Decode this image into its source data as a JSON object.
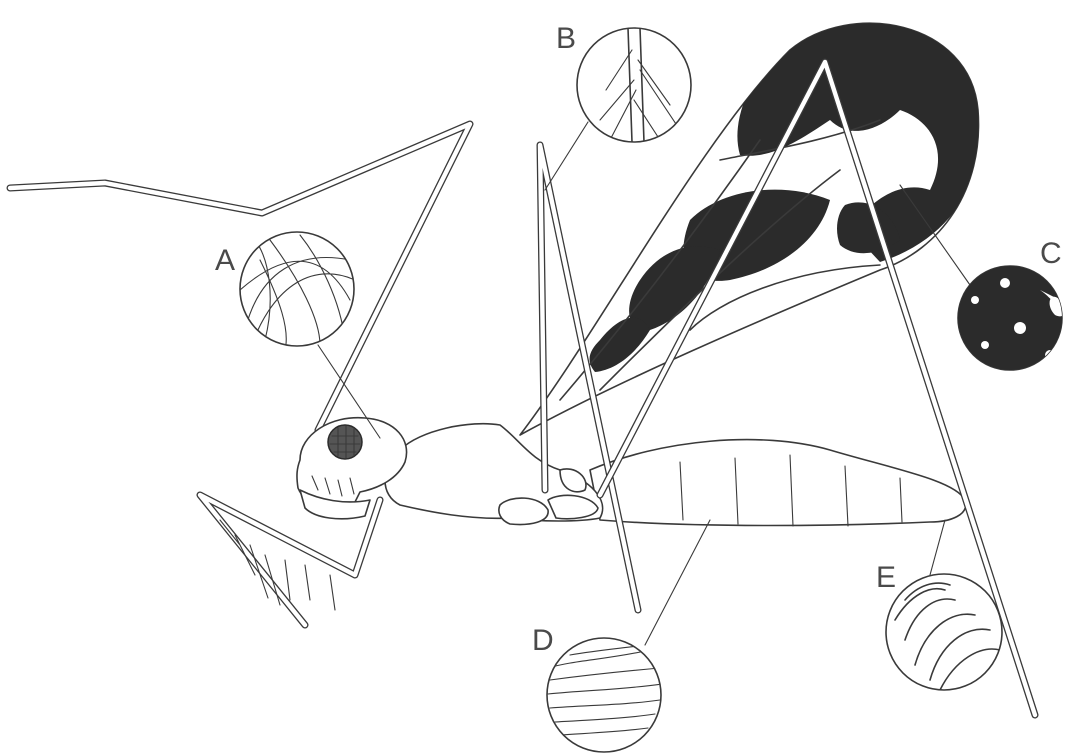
{
  "figure": {
    "callout_labels": [
      "A",
      "B",
      "C",
      "D",
      "E"
    ]
  },
  "colors": {
    "ink": "#3a3a3a",
    "wing_pattern": "#2b2b2b",
    "background": "#ffffff"
  }
}
